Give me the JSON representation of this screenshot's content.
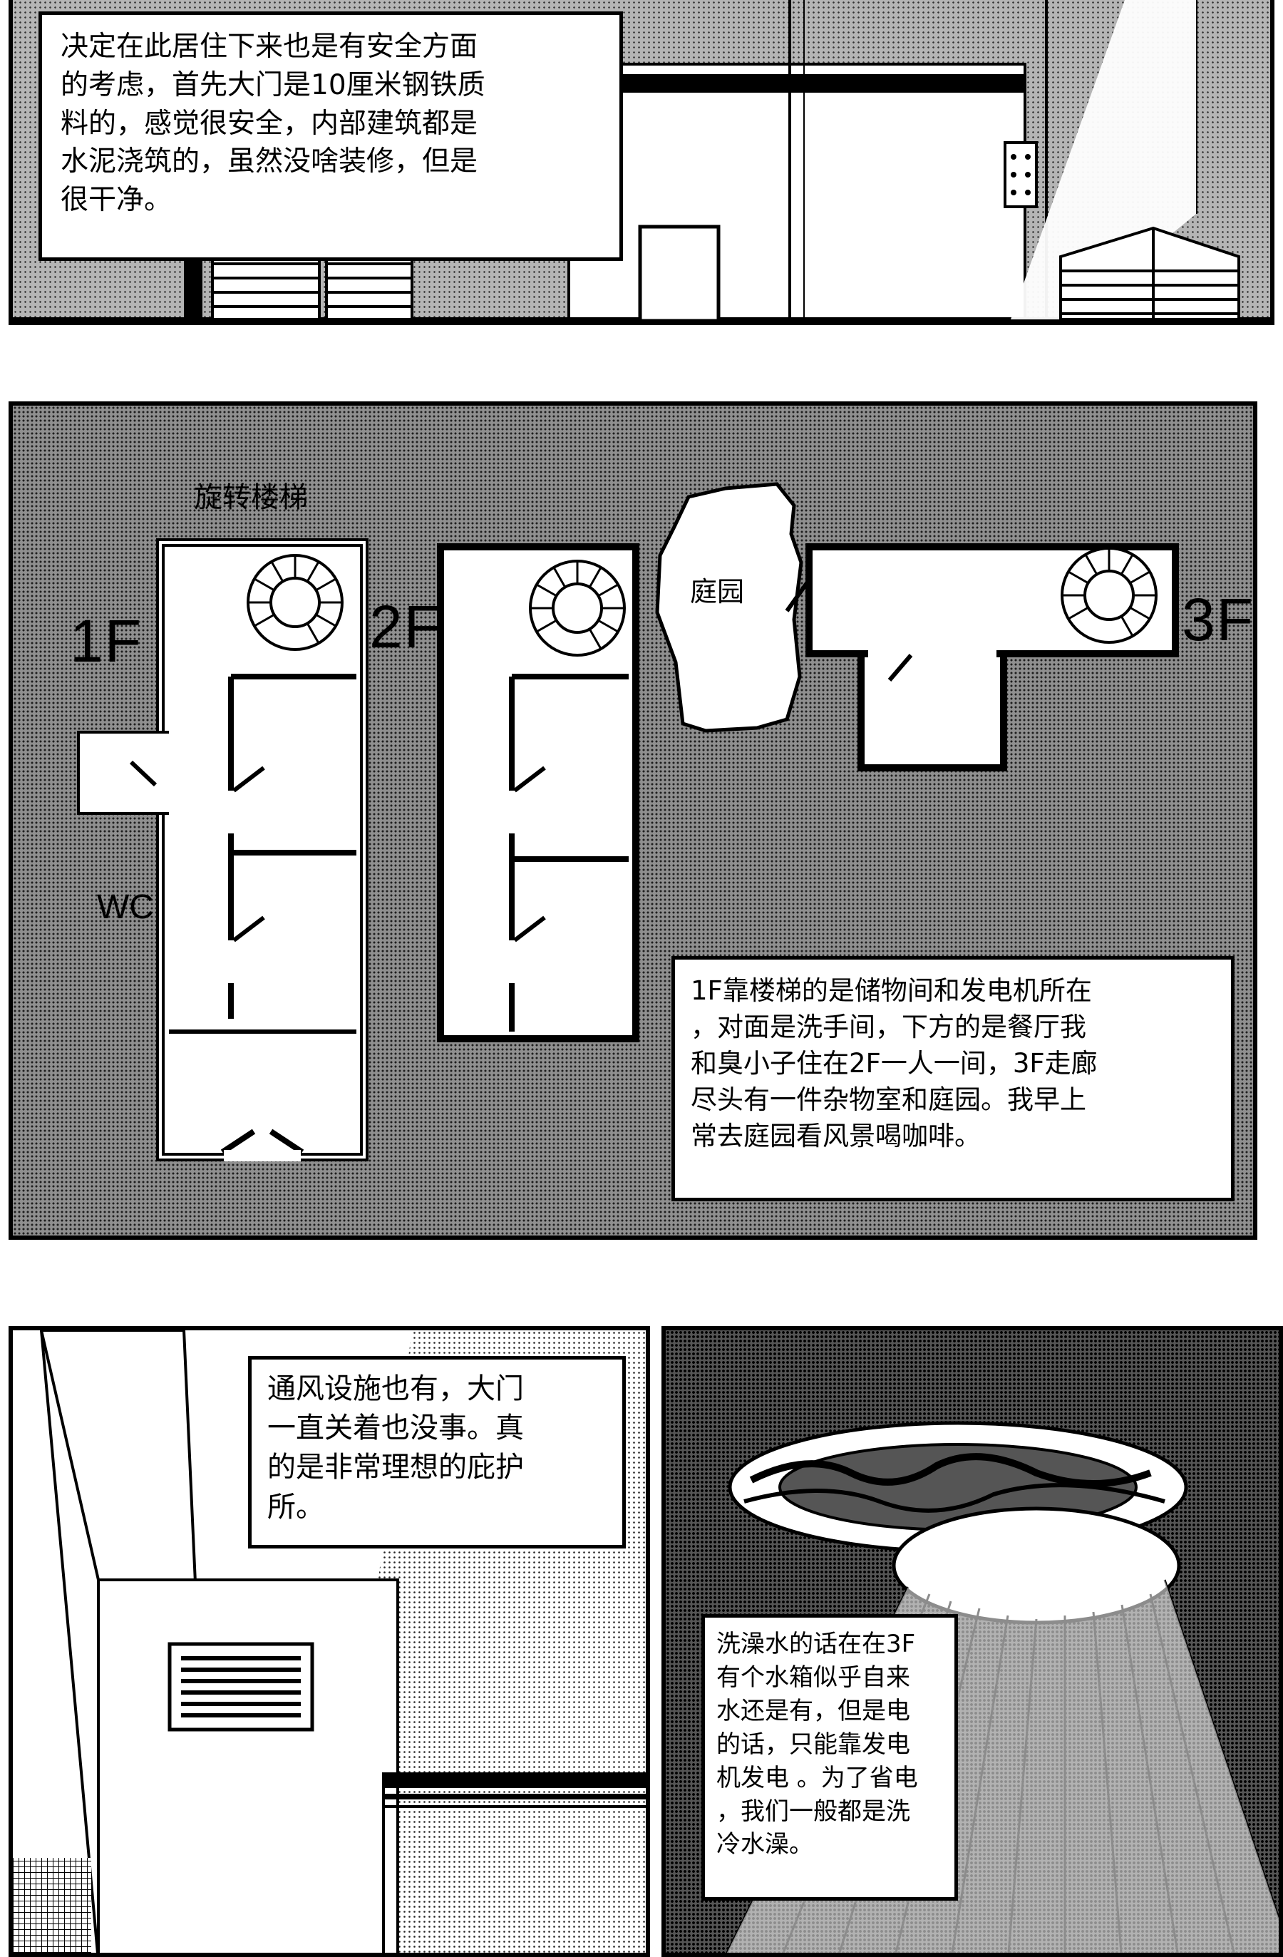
{
  "panel1": {
    "caption": "决定在此居住下来也是有安全方面\n的考虑，首先大门是10厘米钢铁质\n料的，感觉很安全，内部建筑都是\n水泥浇筑的，虽然没啥装修，但是\n很干净。"
  },
  "panel2": {
    "stair_label": "旋转楼梯",
    "floors": [
      "1F",
      "2F",
      "3F"
    ],
    "wc_label": "WC",
    "garden_label": "庭园",
    "caption": "1F靠楼梯的是储物间和发电机所在\n，对面是洗手间，下方的是餐厅我\n和臭小子住在2F一人一间，3F走廊\n尽头有一件杂物室和庭园。我早上\n常去庭园看风景喝咖啡。"
  },
  "panel3": {
    "caption": "通风设施也有，大门\n一直关着也没事。真\n的是非常理想的庇护\n所。"
  },
  "panel4": {
    "caption": "洗澡水的话在在3F\n有个水箱似乎自来\n水还是有，但是电\n的话，只能靠发电\n机发电  。为了省电\n，我们一般都是洗\n冷水澡。"
  }
}
